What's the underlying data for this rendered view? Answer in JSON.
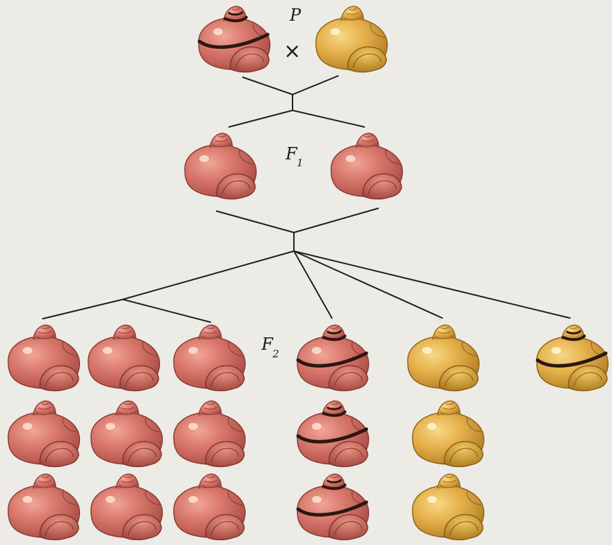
{
  "labels": {
    "parental": "P",
    "cross": "×",
    "f1_letter": "F",
    "f1_sub": "1",
    "f2_letter": "F",
    "f2_sub": "2"
  },
  "colors": {
    "pink_shell": "#cf6e63",
    "pink_dark": "#a84a44",
    "yellow_shell": "#e2ad45",
    "yellow_dark": "#b07a24",
    "band": "#2b1712",
    "lines": "#1e1e1e",
    "background": "#ecebe6"
  },
  "generations": {
    "P": [
      {
        "phenotype": "pink-banded"
      },
      {
        "phenotype": "yellow-unbanded"
      }
    ],
    "F1": [
      {
        "phenotype": "pink-unbanded"
      },
      {
        "phenotype": "pink-unbanded"
      }
    ],
    "F2_groups": [
      {
        "phenotype": "pink-unbanded",
        "count": 9
      },
      {
        "phenotype": "pink-banded",
        "count": 3
      },
      {
        "phenotype": "yellow-unbanded",
        "count": 3
      },
      {
        "phenotype": "yellow-banded",
        "count": 1
      }
    ]
  }
}
